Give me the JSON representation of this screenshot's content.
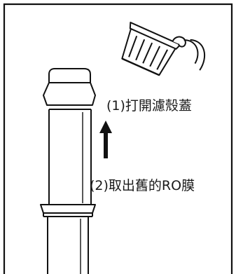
{
  "steps": [
    {
      "number": "(1)",
      "text": "打開濾殼蓋",
      "label": "(1)打開濾殼蓋"
    },
    {
      "number": "(2)",
      "text": "取出舊的RO膜",
      "label": "(2)取出舊的RO膜"
    }
  ],
  "colors": {
    "stroke": "#111111",
    "text": "#1a1a1a",
    "background": "#ffffff"
  },
  "icons": {
    "direction": "up-arrow-icon",
    "cap": "filter-cap-icon",
    "membrane": "ro-membrane-icon",
    "housing": "filter-housing-icon"
  }
}
